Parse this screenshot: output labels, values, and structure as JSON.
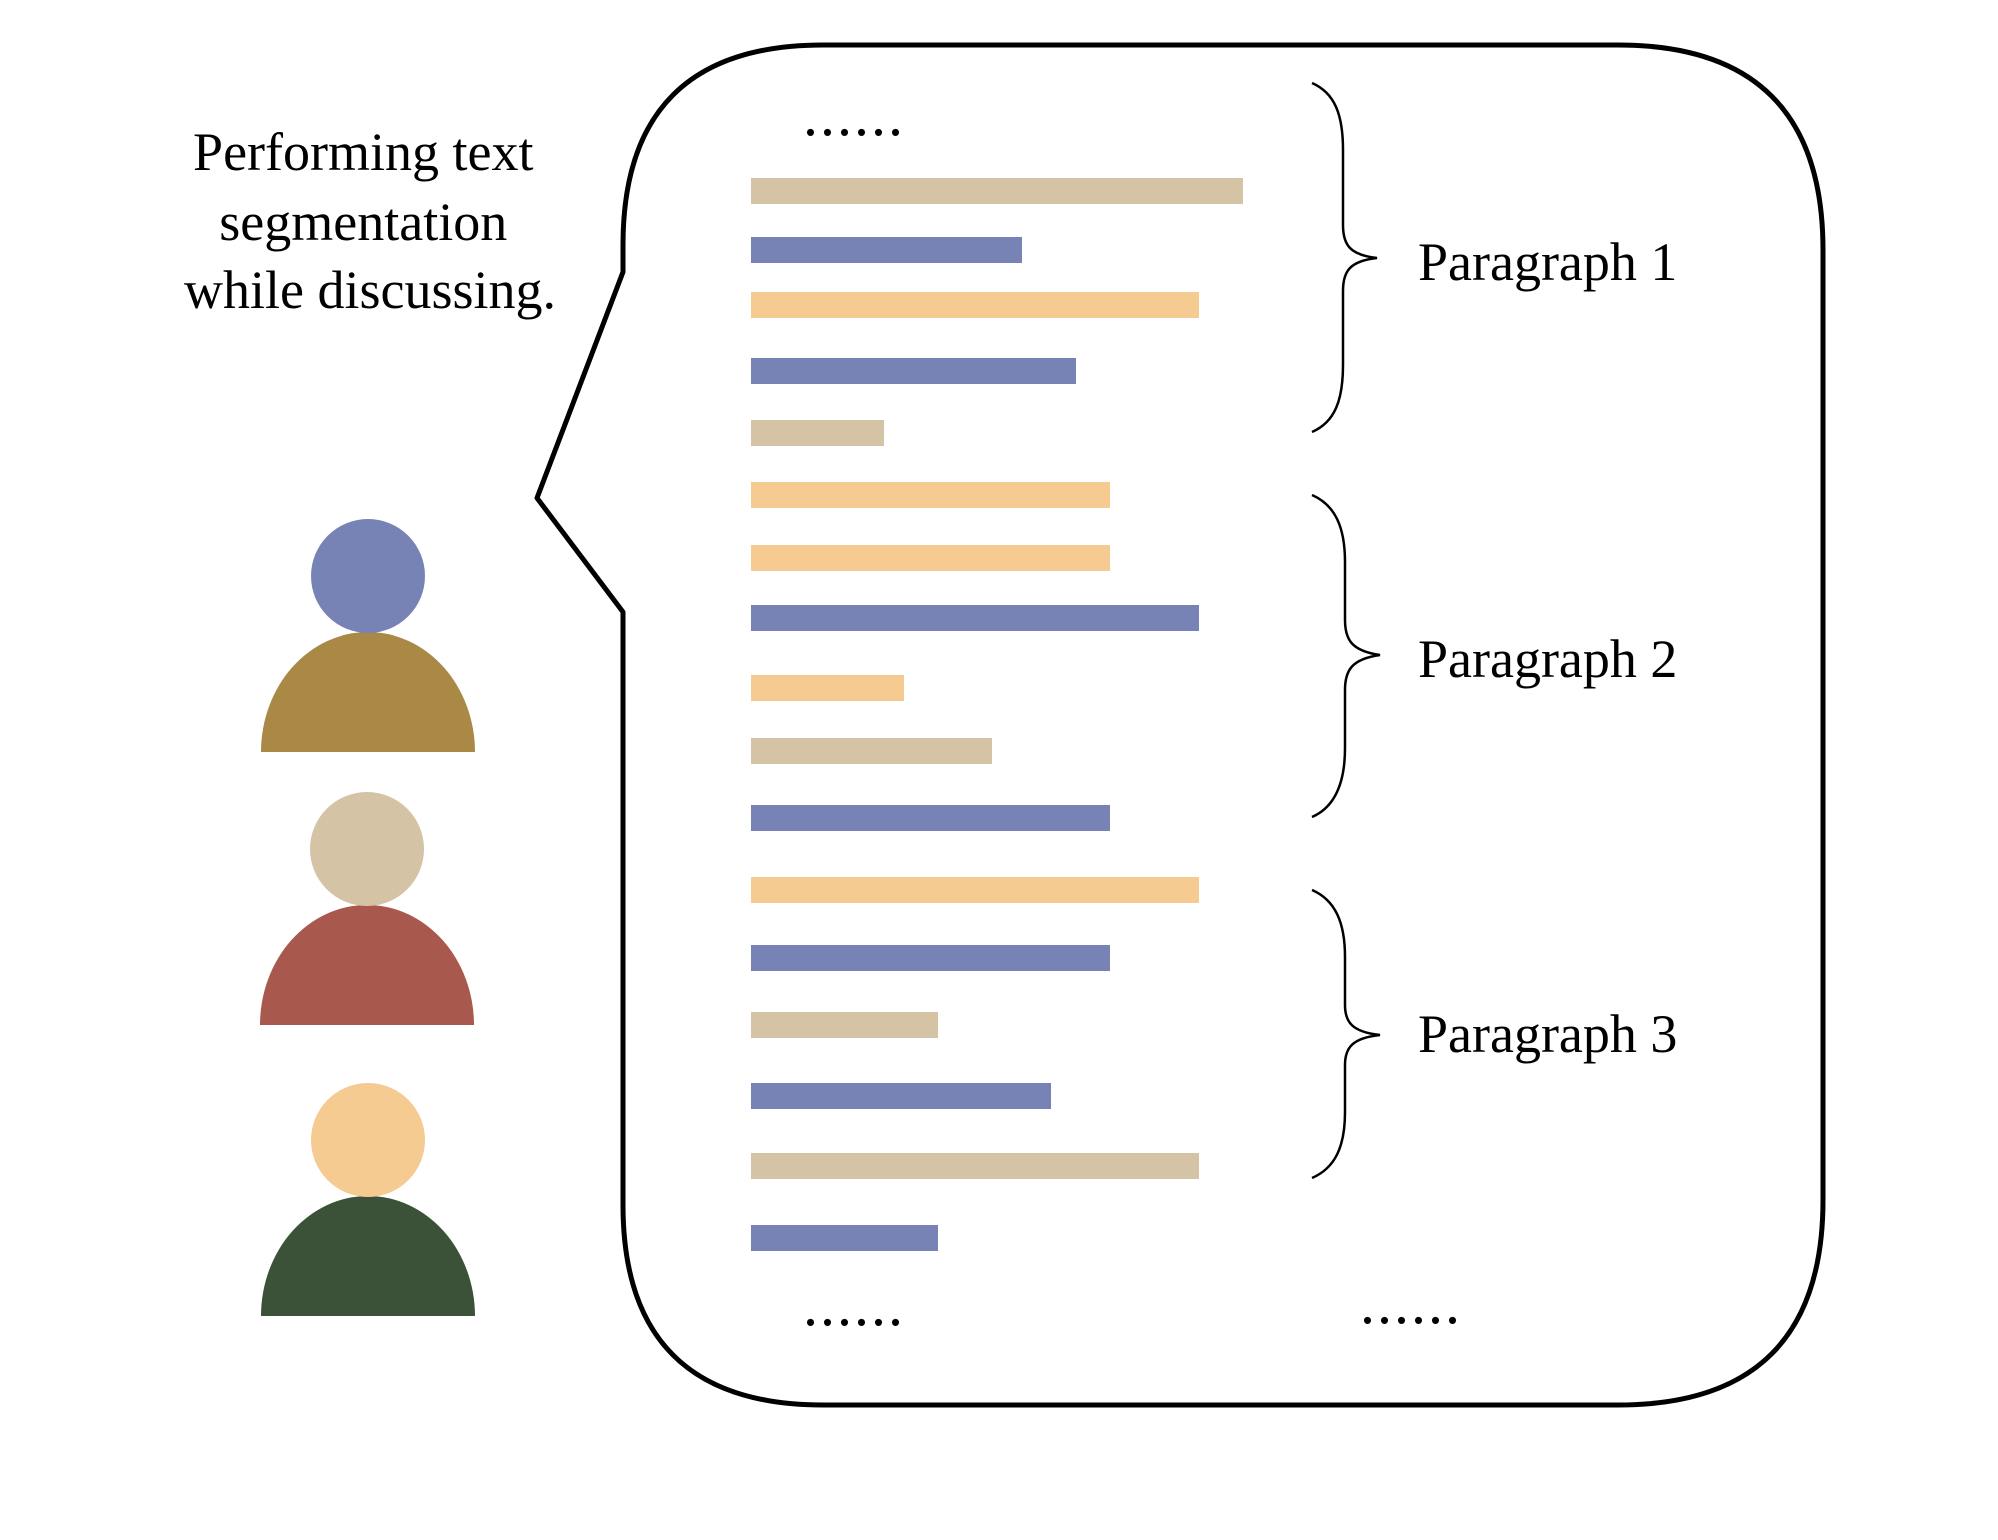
{
  "caption_lines": [
    "Performing text",
    "segmentation",
    "while discussing."
  ],
  "ellipsis": "......",
  "colors": {
    "blue": "#7883b5",
    "beige": "#d5c3a5",
    "orange": "#f6cb92",
    "gold": "#aa8947",
    "red": "#a8584c",
    "green": "#3b5238",
    "outline": "#000000"
  },
  "speakers": [
    {
      "head": "blue",
      "body": "gold"
    },
    {
      "head": "beige",
      "body": "red"
    },
    {
      "head": "orange",
      "body": "green"
    }
  ],
  "paragraphs": [
    {
      "label": "Paragraph 1",
      "lines": [
        {
          "color": "beige",
          "length": 1.0
        },
        {
          "color": "blue",
          "length": 0.55
        },
        {
          "color": "orange",
          "length": 0.91
        },
        {
          "color": "blue",
          "length": 0.66
        },
        {
          "color": "beige",
          "length": 0.27
        }
      ]
    },
    {
      "label": "Paragraph 2",
      "lines": [
        {
          "color": "orange",
          "length": 0.73
        },
        {
          "color": "orange",
          "length": 0.73
        },
        {
          "color": "blue",
          "length": 0.91
        },
        {
          "color": "orange",
          "length": 0.31
        },
        {
          "color": "beige",
          "length": 0.49
        },
        {
          "color": "blue",
          "length": 0.73
        }
      ]
    },
    {
      "label": "Paragraph 3",
      "lines": [
        {
          "color": "orange",
          "length": 0.91
        },
        {
          "color": "blue",
          "length": 0.73
        },
        {
          "color": "beige",
          "length": 0.38
        },
        {
          "color": "blue",
          "length": 0.61
        },
        {
          "color": "beige",
          "length": 0.91
        },
        {
          "color": "blue",
          "length": 0.38
        }
      ]
    }
  ]
}
